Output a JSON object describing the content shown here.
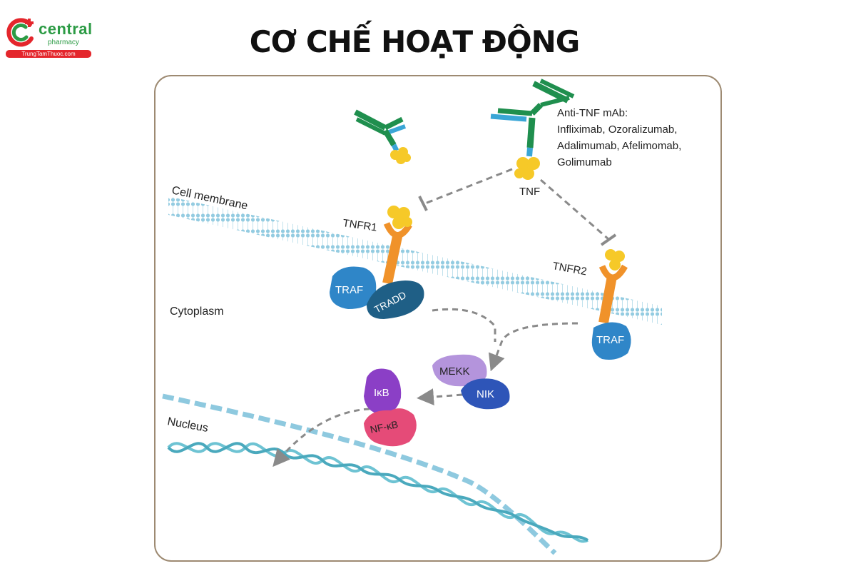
{
  "brand": {
    "name": "central",
    "tagline": "pharmacy",
    "website": "TrungTamThuoc.com",
    "colors": {
      "green": "#2c9b45",
      "red": "#e4262c"
    }
  },
  "page_title": "CƠ CHẾ HOẠT ĐỘNG",
  "diagram": {
    "drug_label_lines": [
      "Anti-TNF mAb:",
      "Infliximab, Ozoralizumab,",
      "Adalimumab, Afelimomab,",
      "Golimumab"
    ],
    "labels": {
      "tnf": "TNF",
      "cell_membrane": "Cell membrane",
      "tnfr1": "TNFR1",
      "tnfr2": "TNFR2",
      "traf": "TRAF",
      "tradd": "TRADD",
      "cytoplasm": "Cytoplasm",
      "mekk": "MEKK",
      "nik": "NIK",
      "ikb": "IκB",
      "nfkb": "NF-κB",
      "nucleus": "Nucleus"
    },
    "colors": {
      "antibody_green": "#1f8f4e",
      "antibody_blue": "#3aa6d6",
      "tnf_yellow": "#f6c928",
      "receptor_orange": "#f0922a",
      "membrane_blue": "#8ec9df",
      "traf_blue": "#2f86c8",
      "tradd_blue": "#1f5f86",
      "mekk_purple": "#b494dc",
      "nik_blue": "#2e55b8",
      "ikb_purple": "#8b3fc6",
      "nfkb_pink": "#e54b78",
      "dna_cyan": "#6ec3d3",
      "arrow_gray": "#8a8a8a"
    }
  }
}
